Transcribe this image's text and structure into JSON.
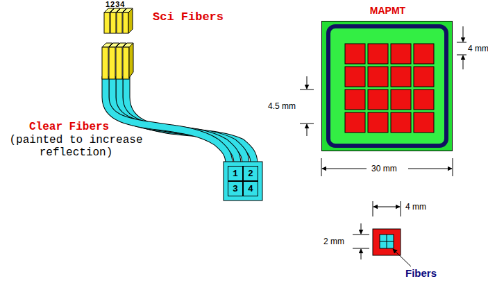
{
  "diagram": {
    "nodes": [
      {
        "text": [
          "1"
        ]
      },
      {
        "text": [
          "2"
        ]
      },
      {
        "text": [
          "3"
        ]
      },
      {
        "text": [
          "4"
        ]
      },
      {
        "text": [
          "MAPMT"
        ]
      }
    ],
    "labels": [
      "1234",
      "Sci Fibers",
      "Clear Fibers",
      "(painted to increase reflection)",
      "4 mm",
      "4.5 mm",
      "30 mm",
      "4 mm",
      "2 mm",
      "Fibers"
    ]
  }
}
